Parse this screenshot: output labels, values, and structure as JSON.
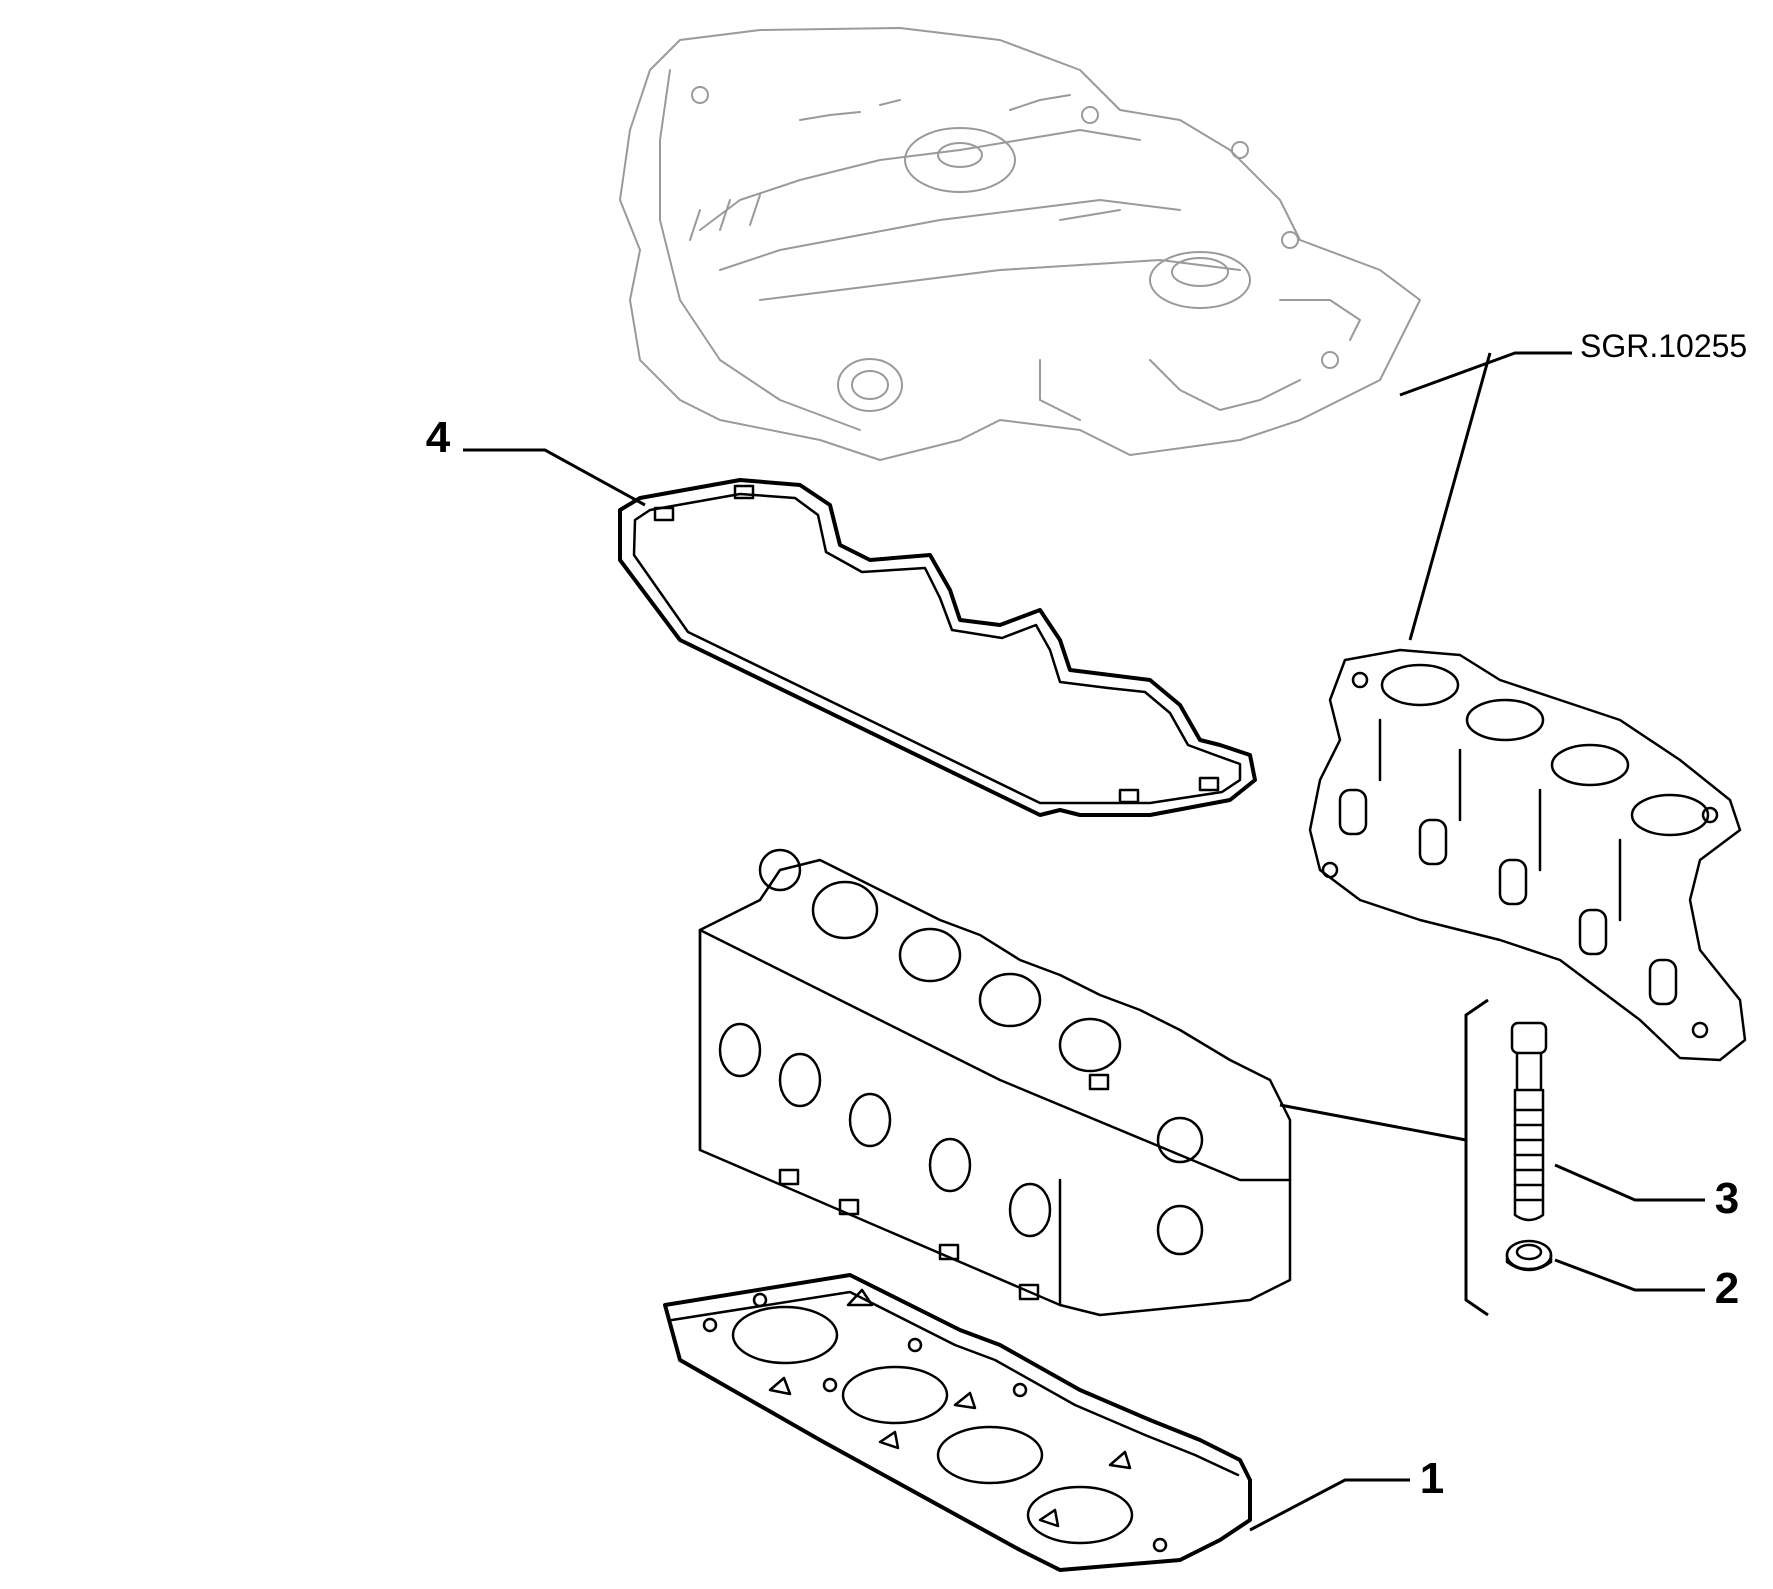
{
  "callouts": {
    "c1": "1",
    "c2": "2",
    "c3": "3",
    "c4": "4"
  },
  "reference": {
    "group_code": "SGR.10255"
  },
  "colors": {
    "line": "#000000",
    "faint_line": "#9a9a9a",
    "background": "#ffffff"
  }
}
